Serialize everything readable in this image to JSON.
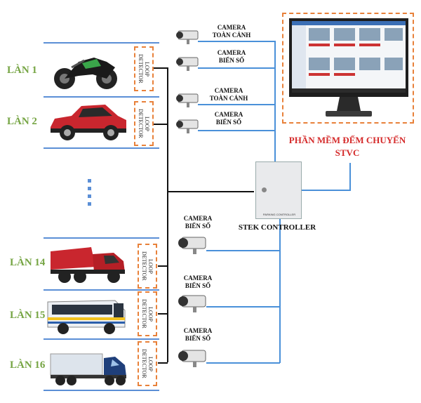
{
  "lanes": [
    {
      "label": "LÀN 1",
      "vehicle": "motorcycle-icon"
    },
    {
      "label": "LÀN 2",
      "vehicle": "car-icon"
    },
    {
      "label": "LÀN 14",
      "vehicle": "dump-truck-icon"
    },
    {
      "label": "LÀN 15",
      "vehicle": "bus-icon"
    },
    {
      "label": "LÀN 16",
      "vehicle": "semi-truck-icon"
    }
  ],
  "loop_detector_label": "LOOP DETECTOR",
  "cameras": {
    "overview_line1": "CAMERA",
    "overview_line2": "TOÀN CẢNH",
    "plate_line1": "CAMERA",
    "plate_line2": "BIỂN SỐ"
  },
  "controller": {
    "label": "STEK CONTROLLER",
    "panel_text": "PARKING CONTROLLER"
  },
  "software": {
    "title_line1": "PHẦN MỀM ĐẾM CHUYẾN",
    "title_line2": "STVC"
  },
  "colors": {
    "lane_green": "#76a544",
    "line_blue": "#4a90d9",
    "dash_orange": "#e8813a",
    "title_red": "#d52b2b"
  }
}
